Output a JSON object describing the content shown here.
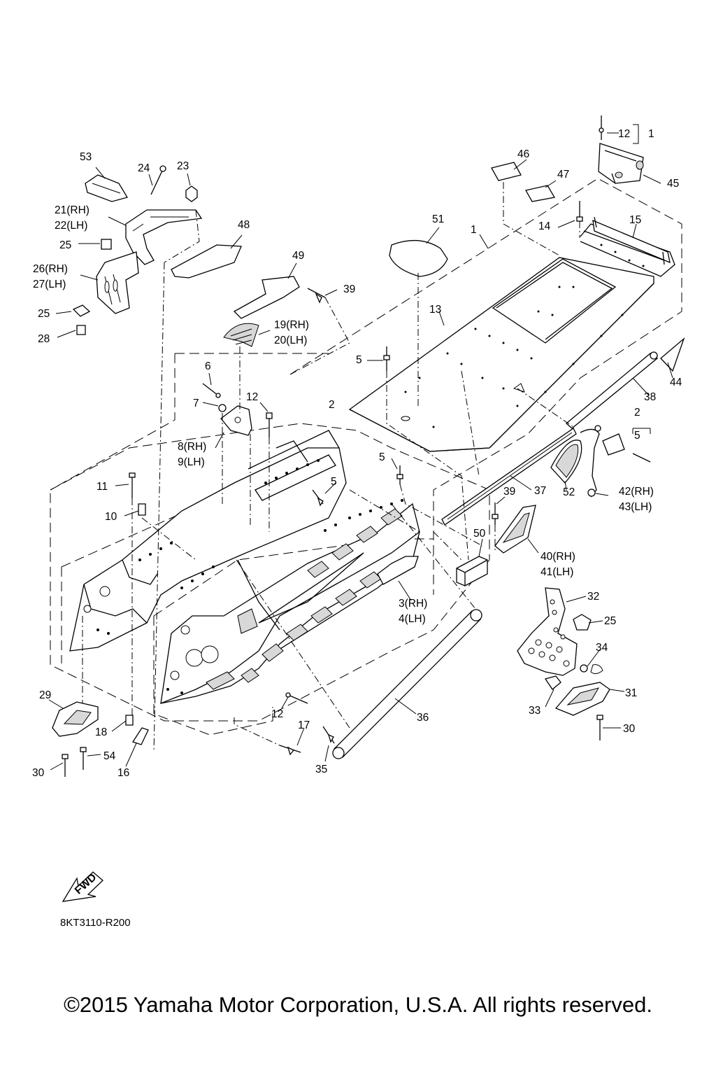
{
  "diagram": {
    "callouts": [
      {
        "id": "c53",
        "text": "53"
      },
      {
        "id": "c24",
        "text": "24"
      },
      {
        "id": "c23",
        "text": "23"
      },
      {
        "id": "c21",
        "text": "21(RH)"
      },
      {
        "id": "c22",
        "text": "22(LH)"
      },
      {
        "id": "c25a",
        "text": "25"
      },
      {
        "id": "c26",
        "text": "26(RH)"
      },
      {
        "id": "c27",
        "text": "27(LH)"
      },
      {
        "id": "c25b",
        "text": "25"
      },
      {
        "id": "c28",
        "text": "28"
      },
      {
        "id": "c48",
        "text": "48"
      },
      {
        "id": "c49",
        "text": "49"
      },
      {
        "id": "c39a",
        "text": "39"
      },
      {
        "id": "c19",
        "text": "19(RH)"
      },
      {
        "id": "c20",
        "text": "20(LH)"
      },
      {
        "id": "c6",
        "text": "6"
      },
      {
        "id": "c7",
        "text": "7"
      },
      {
        "id": "c12a",
        "text": "12"
      },
      {
        "id": "c8",
        "text": "8(RH)"
      },
      {
        "id": "c9",
        "text": "9(LH)"
      },
      {
        "id": "c11",
        "text": "11"
      },
      {
        "id": "c10",
        "text": "10"
      },
      {
        "id": "c2a",
        "text": "2"
      },
      {
        "id": "c5a",
        "text": "5"
      },
      {
        "id": "c5b",
        "text": "5"
      },
      {
        "id": "c5c",
        "text": "5"
      },
      {
        "id": "c51",
        "text": "51"
      },
      {
        "id": "c1a",
        "text": "1"
      },
      {
        "id": "c13",
        "text": "13"
      },
      {
        "id": "c46",
        "text": "46"
      },
      {
        "id": "c47",
        "text": "47"
      },
      {
        "id": "c12b",
        "text": "12"
      },
      {
        "id": "c1b",
        "text": "1"
      },
      {
        "id": "c45",
        "text": "45"
      },
      {
        "id": "c14",
        "text": "14"
      },
      {
        "id": "c15",
        "text": "15"
      },
      {
        "id": "c44",
        "text": "44"
      },
      {
        "id": "c38",
        "text": "38"
      },
      {
        "id": "c2b",
        "text": "2"
      },
      {
        "id": "c5d",
        "text": "5"
      },
      {
        "id": "c42",
        "text": "42(RH)"
      },
      {
        "id": "c43",
        "text": "43(LH)"
      },
      {
        "id": "c39b",
        "text": "39"
      },
      {
        "id": "c37",
        "text": "37"
      },
      {
        "id": "c52",
        "text": "52"
      },
      {
        "id": "c50",
        "text": "50"
      },
      {
        "id": "c40",
        "text": "40(RH)"
      },
      {
        "id": "c41",
        "text": "41(LH)"
      },
      {
        "id": "c3",
        "text": "3(RH)"
      },
      {
        "id": "c4",
        "text": "4(LH)"
      },
      {
        "id": "c32",
        "text": "32"
      },
      {
        "id": "c25c",
        "text": "25"
      },
      {
        "id": "c34",
        "text": "34"
      },
      {
        "id": "c31",
        "text": "31"
      },
      {
        "id": "c33",
        "text": "33"
      },
      {
        "id": "c30a",
        "text": "30"
      },
      {
        "id": "c36",
        "text": "36"
      },
      {
        "id": "c12c",
        "text": "12"
      },
      {
        "id": "c17",
        "text": "17"
      },
      {
        "id": "c35",
        "text": "35"
      },
      {
        "id": "c29",
        "text": "29"
      },
      {
        "id": "c18",
        "text": "18"
      },
      {
        "id": "c54",
        "text": "54"
      },
      {
        "id": "c30b",
        "text": "30"
      },
      {
        "id": "c16",
        "text": "16"
      }
    ],
    "fwd_label": "FWD",
    "drawing_code": "8KT3110-R200"
  },
  "copyright": "©2015 Yamaha Motor Corporation, U.S.A. All rights reserved."
}
